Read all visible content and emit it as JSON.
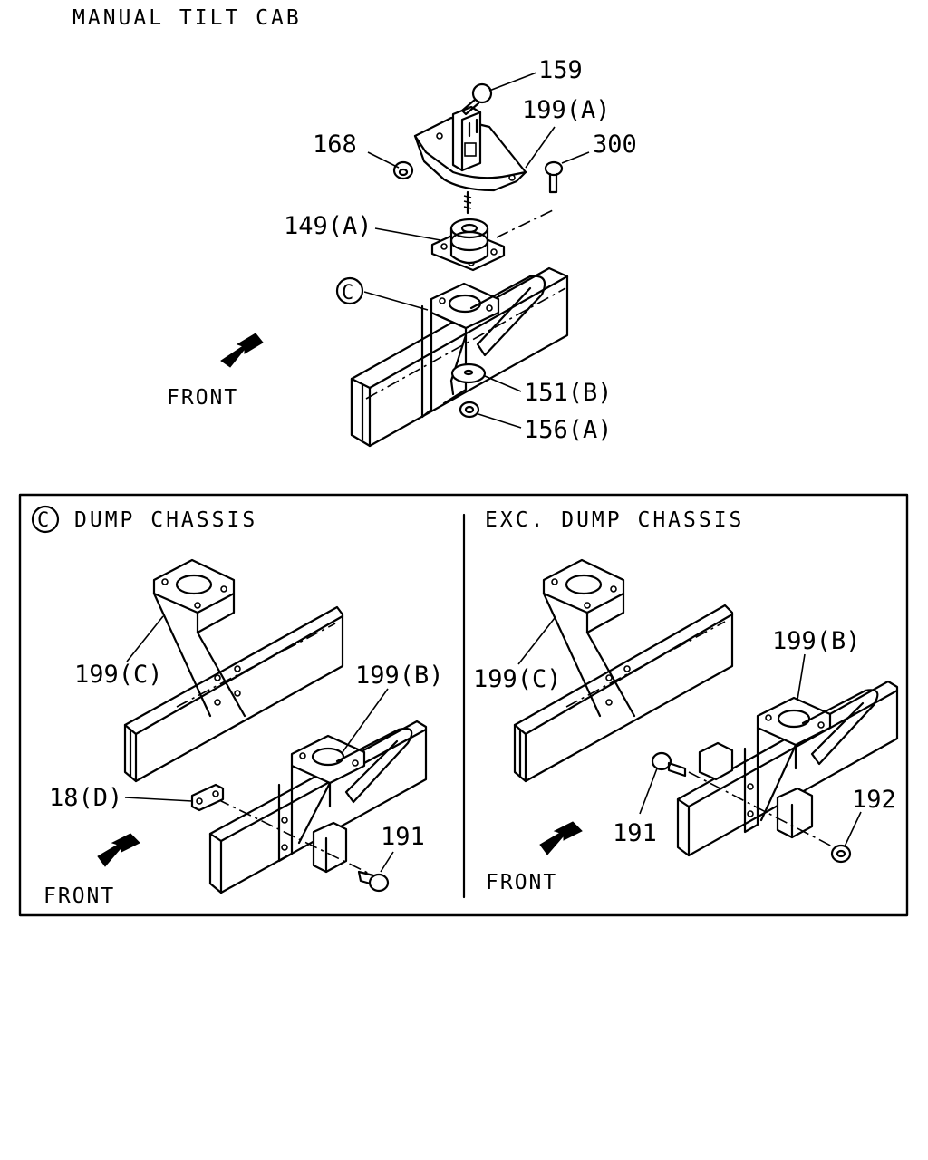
{
  "header": {
    "title": "MANUAL TILT CAB"
  },
  "main_view": {
    "callouts": {
      "c159": "159",
      "c199a": "199(A)",
      "c168": "168",
      "c300": "300",
      "c149a": "149(A)",
      "c151b": "151(B)",
      "c156a": "156(A)"
    },
    "detail_ref": "C",
    "front_label": "FRONT"
  },
  "detail_box": {
    "left_panel": {
      "ref": "C",
      "title": "DUMP CHASSIS",
      "callouts": {
        "c199c": "199(C)",
        "c199b": "199(B)",
        "c18d": "18(D)",
        "c191": "191"
      },
      "front_label": "FRONT"
    },
    "right_panel": {
      "title": "EXC. DUMP CHASSIS",
      "callouts": {
        "c199c": "199(C)",
        "c199b": "199(B)",
        "c191": "191",
        "c192": "192"
      },
      "front_label": "FRONT"
    }
  }
}
